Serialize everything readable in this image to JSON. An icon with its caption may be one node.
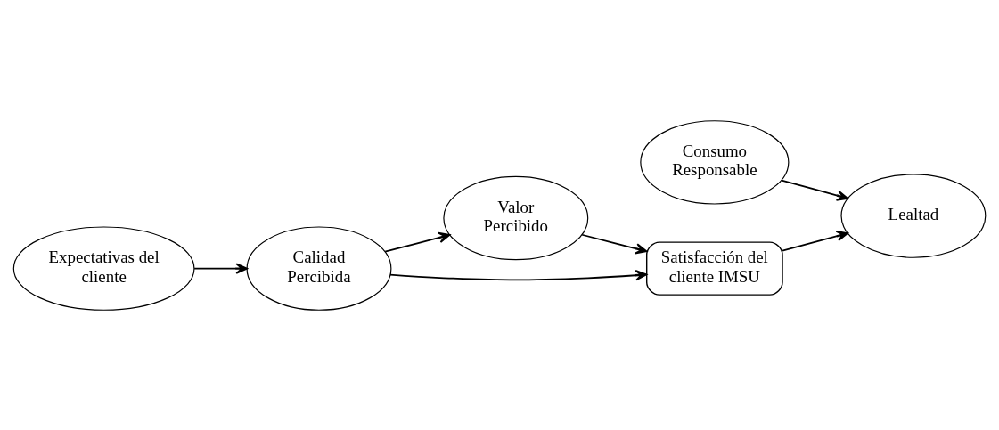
{
  "diagram": {
    "nodes": [
      {
        "text": [
          "Calidad Percibida"
        ]
      },
      {
        "text": [
          "Valor Percibido"
        ]
      },
      {
        "text": [
          "Satisfacción del cliente IMSU"
        ]
      },
      {
        "text": [
          "Lealtad"
        ]
      },
      {
        "text": [
          "Expectativas del cliente"
        ]
      },
      {
        "text": [
          "Consumo Responsable"
        ]
      }
    ],
    "edges": [
      {
        "from": 4,
        "to": 0,
        "arrow": "to"
      },
      {
        "from": 0,
        "to": 1,
        "arrow": "to"
      },
      {
        "from": 0,
        "to": 2,
        "arrow": "to"
      },
      {
        "from": 1,
        "to": 2,
        "arrow": "to"
      },
      {
        "from": 2,
        "to": 3,
        "arrow": "to"
      },
      {
        "from": 5,
        "to": 3,
        "arrow": "to"
      }
    ]
  }
}
